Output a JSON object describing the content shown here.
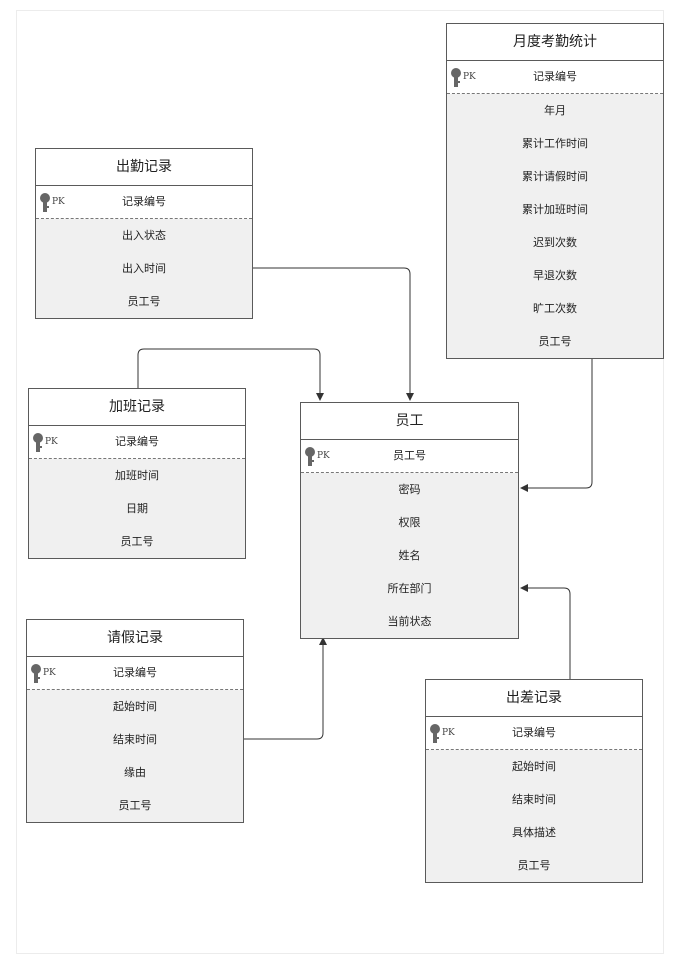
{
  "pk_tag": "PK",
  "entities": {
    "yuedu": {
      "title": "月度考勤统计",
      "pk": "记录编号",
      "attrs": [
        "年月",
        "累计工作时间",
        "累计请假时间",
        "累计加班时间",
        "迟到次数",
        "早退次数",
        "旷工次数",
        "员工号"
      ]
    },
    "chuqin": {
      "title": "出勤记录",
      "pk": "记录编号",
      "attrs": [
        "出入状态",
        "出入时间",
        "员工号"
      ]
    },
    "jiaban": {
      "title": "加班记录",
      "pk": "记录编号",
      "attrs": [
        "加班时间",
        "日期",
        "员工号"
      ]
    },
    "yuangong": {
      "title": "员工",
      "pk": "员工号",
      "attrs": [
        "密码",
        "权限",
        "姓名",
        "所在部门",
        "当前状态"
      ]
    },
    "qingjia": {
      "title": "请假记录",
      "pk": "记录编号",
      "attrs": [
        "起始时间",
        "结束时间",
        "缘由",
        "员工号"
      ]
    },
    "chucha": {
      "title": "出差记录",
      "pk": "记录编号",
      "attrs": [
        "起始时间",
        "结束时间",
        "具体描述",
        "员工号"
      ]
    }
  }
}
